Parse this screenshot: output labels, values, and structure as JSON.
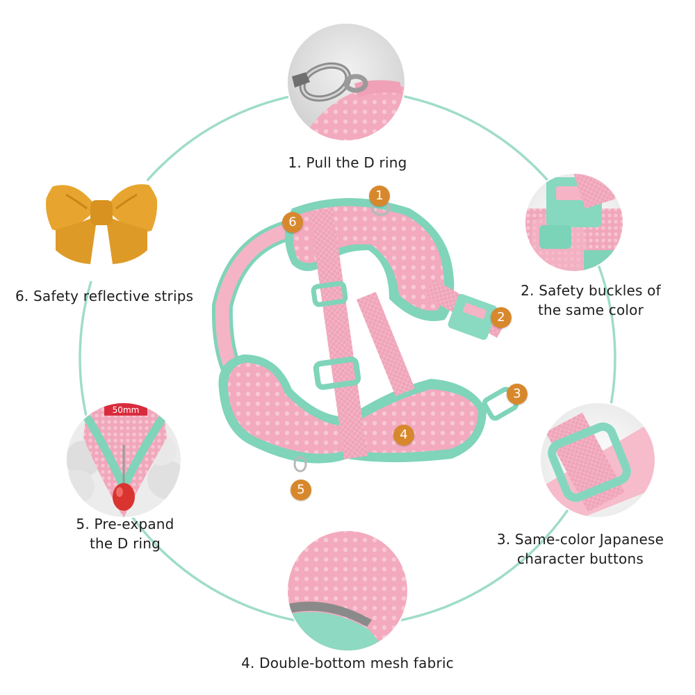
{
  "colors": {
    "ring": "#9fdcca",
    "marker": "#d8882c",
    "harness_pink": "#f4b4c6",
    "harness_pink_dark": "#e89bb0",
    "harness_mint": "#78d6ba",
    "bow_yellow": "#e7a52f"
  },
  "callouts": [
    {
      "id": "d-ring",
      "lines": [
        "1. Pull the D ring"
      ]
    },
    {
      "id": "buckles",
      "lines": [
        "2. Safety buckles of",
        "the same color"
      ]
    },
    {
      "id": "buttons",
      "lines": [
        "3. Same-color Japanese",
        "character buttons"
      ]
    },
    {
      "id": "mesh",
      "lines": [
        "4. Double-bottom mesh fabric"
      ]
    },
    {
      "id": "pre-expand",
      "lines": [
        "5. Pre-expand",
        "the D ring"
      ]
    },
    {
      "id": "reflective",
      "lines": [
        "6. Safety reflective strips"
      ]
    }
  ],
  "markers": [
    "1",
    "2",
    "3",
    "4",
    "5",
    "6"
  ],
  "icons": {
    "center": "pet-harness-product-photo",
    "detail_1": "d-ring-closeup-photo",
    "detail_2": "buckle-closeup-photo",
    "detail_3": "strap-button-closeup-photo",
    "detail_4": "mesh-fabric-closeup-photo",
    "detail_5": "dog-wearing-harness-photo",
    "detail_6": "yellow-bow-photo"
  },
  "sticker_text": "50mm"
}
